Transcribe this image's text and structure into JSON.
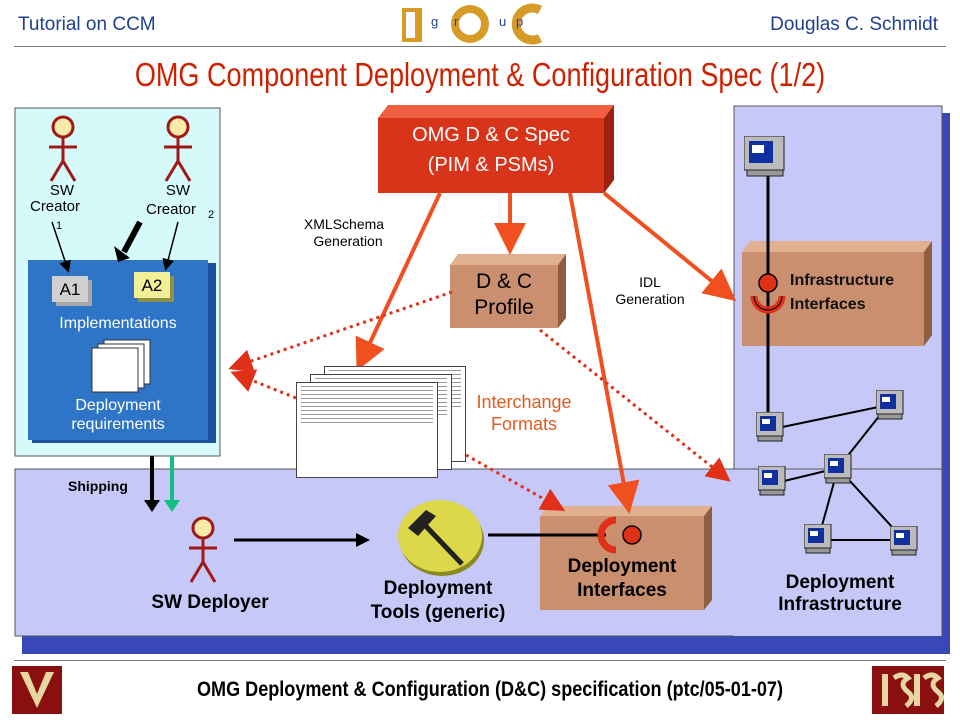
{
  "header": {
    "left": "Tutorial on CCM",
    "right": "Douglas C. Schmidt",
    "logo_letters": [
      "D",
      "O",
      "C"
    ],
    "logo_small": [
      "g",
      "r",
      "u",
      "p"
    ]
  },
  "title": "OMG Component Deployment & Configuration Spec (1/2)",
  "footer": "OMG Deployment & Configuration (D&C) specification (ptc/05-01-07)",
  "left_panel": {
    "creator1": "SW",
    "creator1b": "Creator",
    "creator1_sub": "1",
    "creator2": "SW",
    "creator2b": "Creator",
    "creator2_sub": "2",
    "a1": "A1",
    "a2": "A2",
    "implementations": "Implementations",
    "deployment_req_1": "Deployment",
    "deployment_req_2": "requirements"
  },
  "spec_box": {
    "line1": "OMG D & C Spec",
    "line2": "(PIM & PSMs)"
  },
  "profile_box": {
    "line1": "D & C",
    "line2": "Profile"
  },
  "xml_label": {
    "line1": "XMLSchema",
    "line2": "Generation"
  },
  "idl_label": {
    "line1": "IDL",
    "line2": "Generation"
  },
  "interchange": {
    "line1": "Interchange",
    "line2": "Formats"
  },
  "infra_iface": {
    "line1": "Infrastructure",
    "line2": "Interfaces"
  },
  "bottom": {
    "shipping": "Shipping",
    "deployer": "SW Deployer",
    "tools_1": "Deployment",
    "tools_2": "Tools (generic)",
    "dep_iface_1": "Deployment",
    "dep_iface_2": "Interfaces",
    "dep_infra_1": "Deployment",
    "dep_infra_2": "Infrastructure"
  },
  "colors": {
    "spec_red": "#d8341a",
    "profile_tan": "#c98f6e",
    "panel_lavender": "#c6c8f8",
    "panel_cyan": "#d6fafa",
    "impl_blue": "#2e74c7",
    "arrow_orange": "#f05020",
    "dotted_red": "#e03018",
    "title_red": "#cc2200"
  },
  "icons": [
    "stick-figure-icon",
    "hammer-icon",
    "computer-icon",
    "socket-icon",
    "university-logo-icon",
    "isis-logo-icon"
  ]
}
